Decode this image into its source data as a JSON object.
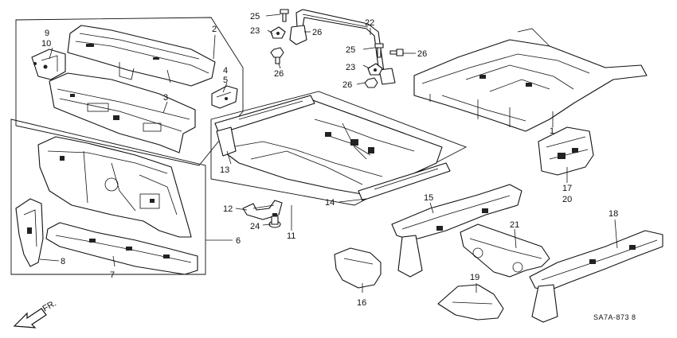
{
  "diagram": {
    "callouts": [
      {
        "id": "c1",
        "text": "1"
      },
      {
        "id": "c2",
        "text": "2"
      },
      {
        "id": "c3",
        "text": "3"
      },
      {
        "id": "c4",
        "text": "4"
      },
      {
        "id": "c5",
        "text": "5"
      },
      {
        "id": "c6",
        "text": "6"
      },
      {
        "id": "c7",
        "text": "7"
      },
      {
        "id": "c8",
        "text": "8"
      },
      {
        "id": "c9",
        "text": "9"
      },
      {
        "id": "c10",
        "text": "10"
      },
      {
        "id": "c11",
        "text": "11"
      },
      {
        "id": "c12",
        "text": "12"
      },
      {
        "id": "c13",
        "text": "13"
      },
      {
        "id": "c14",
        "text": "14"
      },
      {
        "id": "c15",
        "text": "15"
      },
      {
        "id": "c16",
        "text": "16"
      },
      {
        "id": "c17",
        "text": "17"
      },
      {
        "id": "c18",
        "text": "18"
      },
      {
        "id": "c19",
        "text": "19"
      },
      {
        "id": "c20",
        "text": "20"
      },
      {
        "id": "c21",
        "text": "21"
      },
      {
        "id": "c22",
        "text": "22"
      },
      {
        "id": "c23a",
        "text": "23"
      },
      {
        "id": "c23b",
        "text": "23"
      },
      {
        "id": "c24",
        "text": "24"
      },
      {
        "id": "c25a",
        "text": "25"
      },
      {
        "id": "c25b",
        "text": "25"
      },
      {
        "id": "c26a",
        "text": "26"
      },
      {
        "id": "c26b",
        "text": "26"
      },
      {
        "id": "c26c",
        "text": "26"
      },
      {
        "id": "c26d",
        "text": "26"
      }
    ],
    "direction_label": "FR.",
    "diagram_code": "SA7A-873 8"
  }
}
